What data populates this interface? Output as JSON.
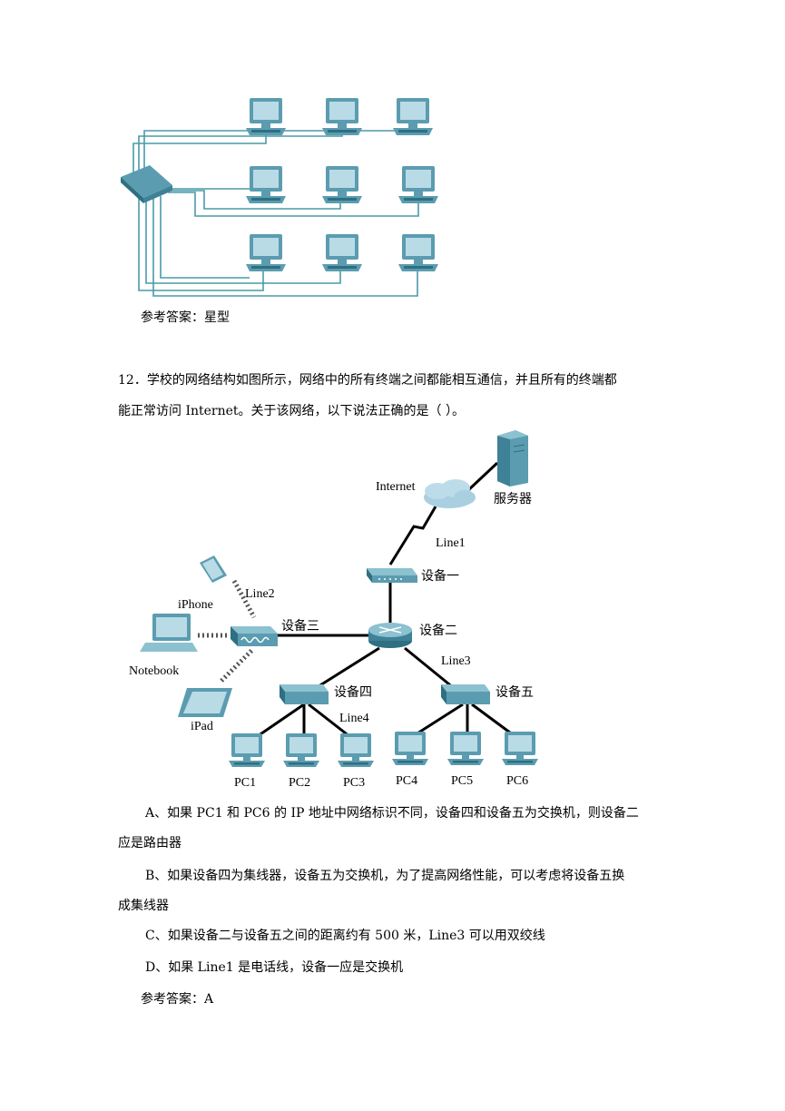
{
  "q11": {
    "answer": "参考答案：星型"
  },
  "q12": {
    "stem_line1": "12．学校的网络结构如图所示，网络中的所有终端之间都能相互通信，并且所有的终端都",
    "stem_line2": "能正常访问 Internet。关于该网络，以下说法正确的是（    ）。",
    "diagram": {
      "internet": "Internet",
      "server": "服务器",
      "line1": "Line1",
      "line2": "Line2",
      "line3": "Line3",
      "line4": "Line4",
      "device1": "设备一",
      "device2": "设备二",
      "device3": "设备三",
      "device4": "设备四",
      "device5": "设备五",
      "iphone": "iPhone",
      "notebook": "Notebook",
      "ipad": "iPad",
      "pc1": "PC1",
      "pc2": "PC2",
      "pc3": "PC3",
      "pc4": "PC4",
      "pc5": "PC5",
      "pc6": "PC6"
    },
    "option_a_line1": "A、如果 PC1 和 PC6 的 IP 地址中网络标识不同，设备四和设备五为交换机，则设备二",
    "option_a_line2": "应是路由器",
    "option_b_line1": "B、如果设备四为集线器，设备五为交换机，为了提高网络性能，可以考虑将设备五换",
    "option_b_line2": "成集线器",
    "option_c": "C、如果设备二与设备五之间的距离约有 500 米，Line3 可以用双绞线",
    "option_d": "D、如果 Line1 是电话线，设备一应是交换机",
    "answer": "参考答案：A"
  },
  "colors": {
    "star_line": "#4a9aa8",
    "device_fill": "#5b9cb0",
    "device_dark": "#2e6f82",
    "screen": "#b9dbe6"
  }
}
